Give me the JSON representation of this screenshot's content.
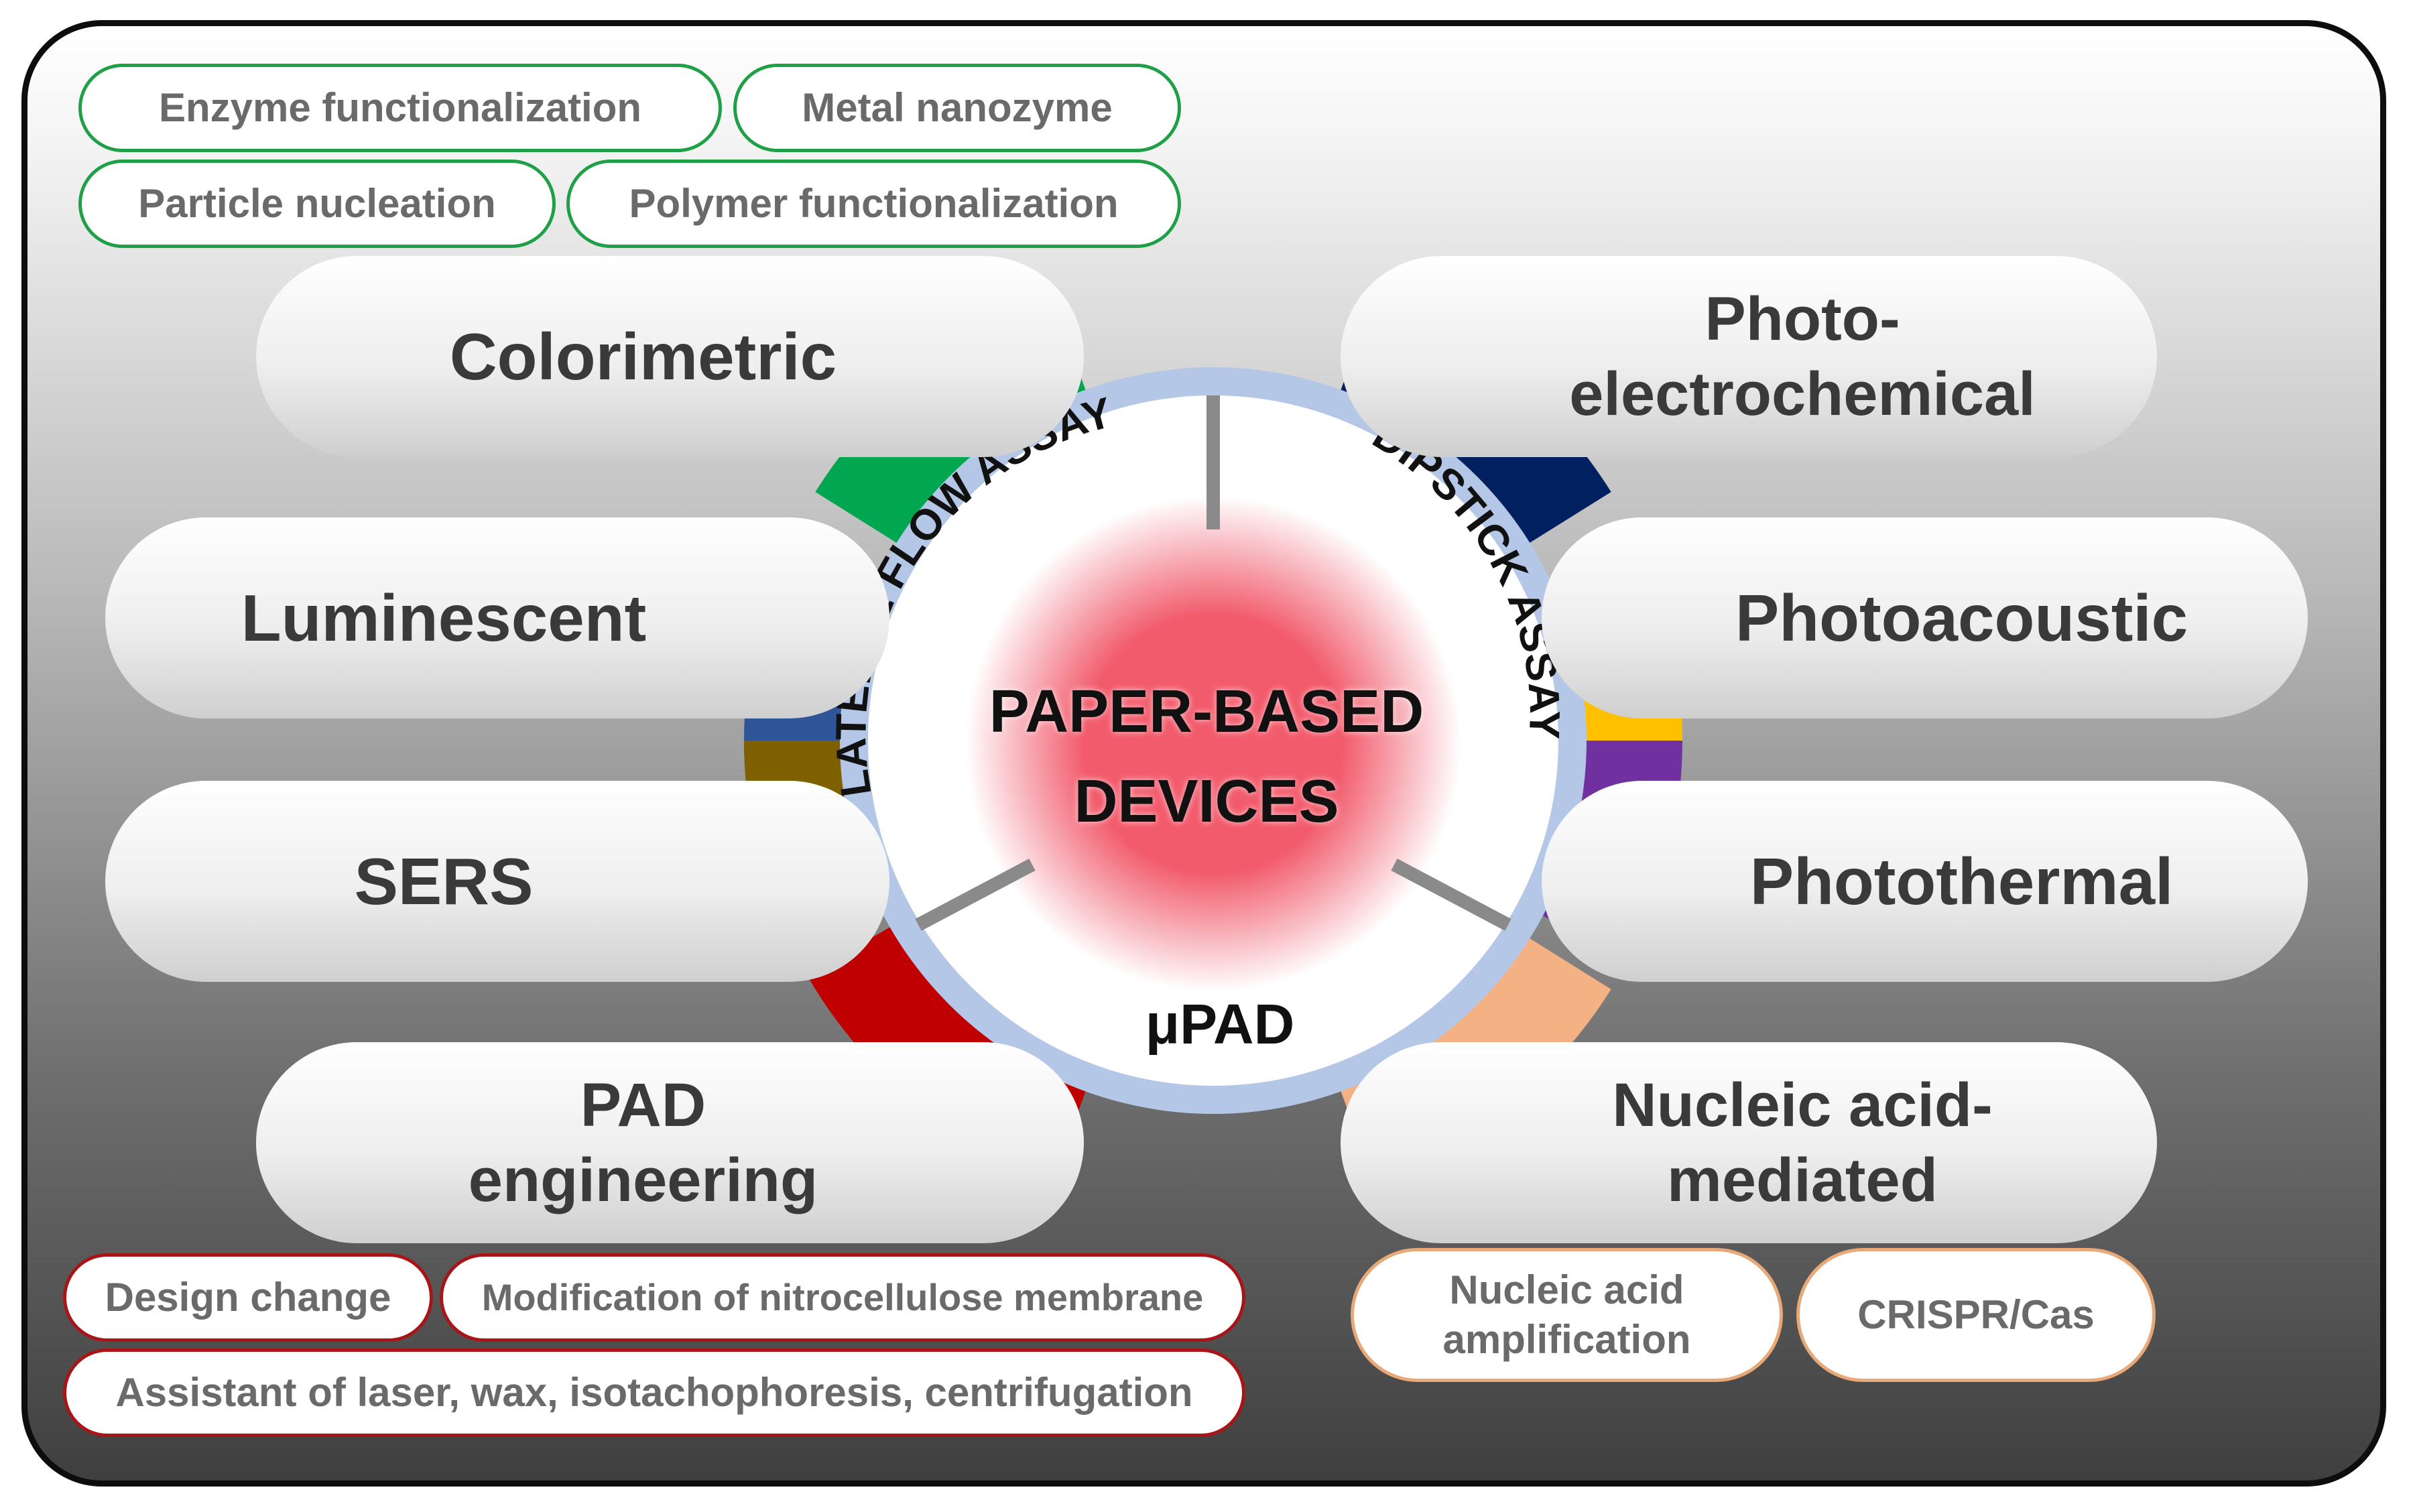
{
  "center": {
    "line1": "PAPER-BASED",
    "line2": "DEVICES"
  },
  "assay_types": {
    "lateral_flow": "LATERAL FLOW ASSAY",
    "dipstick": "DIPSTICK ASSAY",
    "mupad": "μPAD"
  },
  "methods": {
    "colorimetric": "Colorimetric",
    "luminescent": "Luminescent",
    "sers": "SERS",
    "pad_engineering": {
      "line1": "PAD",
      "line2": "engineering"
    },
    "photoelectrochemical": {
      "line1": "Photo-",
      "line2": "electrochemical"
    },
    "photoacoustic": "Photoacoustic",
    "photothermal": "Photothermal",
    "nucleic_acid_mediated": {
      "line1": "Nucleic acid-",
      "line2": "mediated"
    }
  },
  "colorimetric_tags": [
    "Enzyme functionalization",
    "Metal nanozyme",
    "Particle nucleation",
    "Polymer functionalization"
  ],
  "pad_engineering_tags": [
    "Design change",
    "Modification of nitrocellulose membrane",
    "Assistant of laser, wax, isotachophoresis, centrifugation"
  ],
  "nucleic_acid_tags": [
    {
      "line1": "Nucleic acid",
      "line2": "amplification"
    },
    "CRISPR/Cas"
  ],
  "colors": {
    "colorimetric": "#00a650",
    "luminescent": "#2e5597",
    "sers": "#7f6000",
    "pad_engineering": "#c00000",
    "photoelectrochemical": "#002060",
    "photoacoustic": "#ffc000",
    "photothermal": "#7030a0",
    "nucleic_acid_mediated": "#f4b183",
    "ring": "#b4c7e7",
    "core": "#f0566a"
  }
}
